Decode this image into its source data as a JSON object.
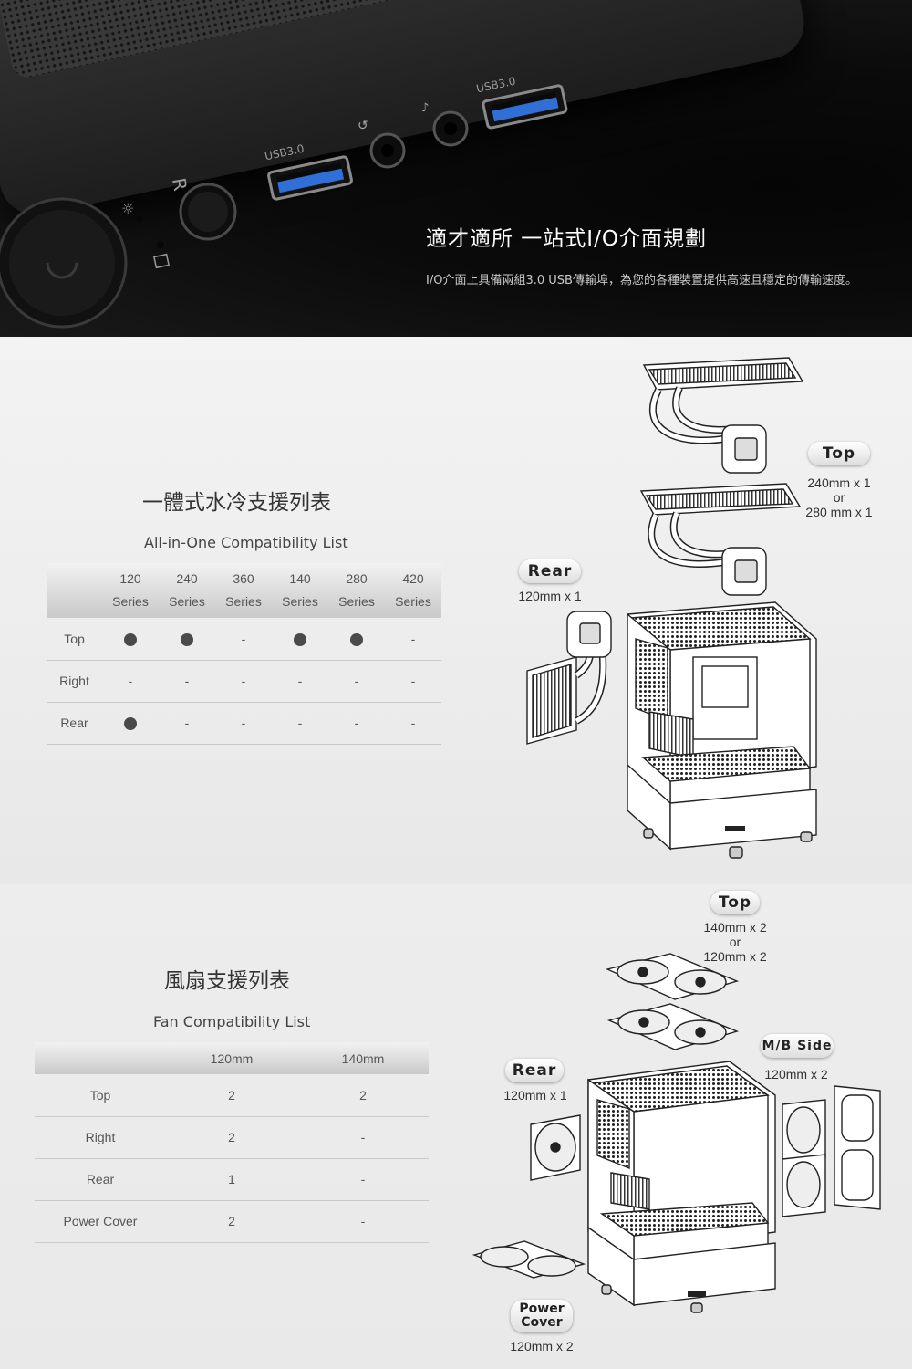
{
  "hero": {
    "title": "適才適所 一站式I/O介面規劃",
    "description": "I/O介面上具備兩組3.0 USB傳輸埠，為您的各種裝置提供高速且穩定的傳輸速度。",
    "port_label_left": "USB3.0",
    "port_label_right": "USB3.0",
    "reset_label": "R"
  },
  "aio": {
    "title_zh": "一體式水冷支援列表",
    "title_en": "All-in-One Compatibility List",
    "columns": [
      {
        "size": "120",
        "unit": "Series"
      },
      {
        "size": "240",
        "unit": "Series"
      },
      {
        "size": "360",
        "unit": "Series"
      },
      {
        "size": "140",
        "unit": "Series"
      },
      {
        "size": "280",
        "unit": "Series"
      },
      {
        "size": "420",
        "unit": "Series"
      }
    ],
    "rows": [
      {
        "label": "Top",
        "cells": [
          "●",
          "●",
          "-",
          "●",
          "●",
          "-"
        ]
      },
      {
        "label": "Right",
        "cells": [
          "-",
          "-",
          "-",
          "-",
          "-",
          "-"
        ]
      },
      {
        "label": "Rear",
        "cells": [
          "●",
          "-",
          "-",
          "-",
          "-",
          "-"
        ]
      }
    ],
    "diagram": {
      "top_label": "Top",
      "top_line1": "240mm x 1",
      "top_line2": "or",
      "top_line3": "280 mm x 1",
      "rear_label": "Rear",
      "rear_line1": "120mm x 1"
    }
  },
  "fan": {
    "title_zh": "風扇支援列表",
    "title_en": "Fan Compatibility List",
    "columns": [
      "",
      "120mm",
      "140mm"
    ],
    "rows": [
      {
        "label": "Top",
        "c120": "2",
        "c140": "2"
      },
      {
        "label": "Right",
        "c120": "2",
        "c140": "-"
      },
      {
        "label": "Rear",
        "c120": "1",
        "c140": "-"
      },
      {
        "label": "Power Cover",
        "c120": "2",
        "c140": "-"
      }
    ],
    "diagram": {
      "top_label": "Top",
      "top_line1": "140mm x 2",
      "top_line2": "or",
      "top_line3": "120mm x 2",
      "mb_label": "M/B Side",
      "mb_line1": "120mm x 2",
      "rear_label": "Rear",
      "rear_line1": "120mm x 1",
      "power_label_1": "Power",
      "power_label_2": "Cover",
      "power_line1": "120mm x 2"
    }
  },
  "colors": {
    "hero_bg": "#0b0b0b",
    "usb_blue": "#2f6fd6",
    "table_header_top": "#f2f2f2",
    "table_header_bottom": "#c9c9c9",
    "dot": "#4a4a4a"
  }
}
